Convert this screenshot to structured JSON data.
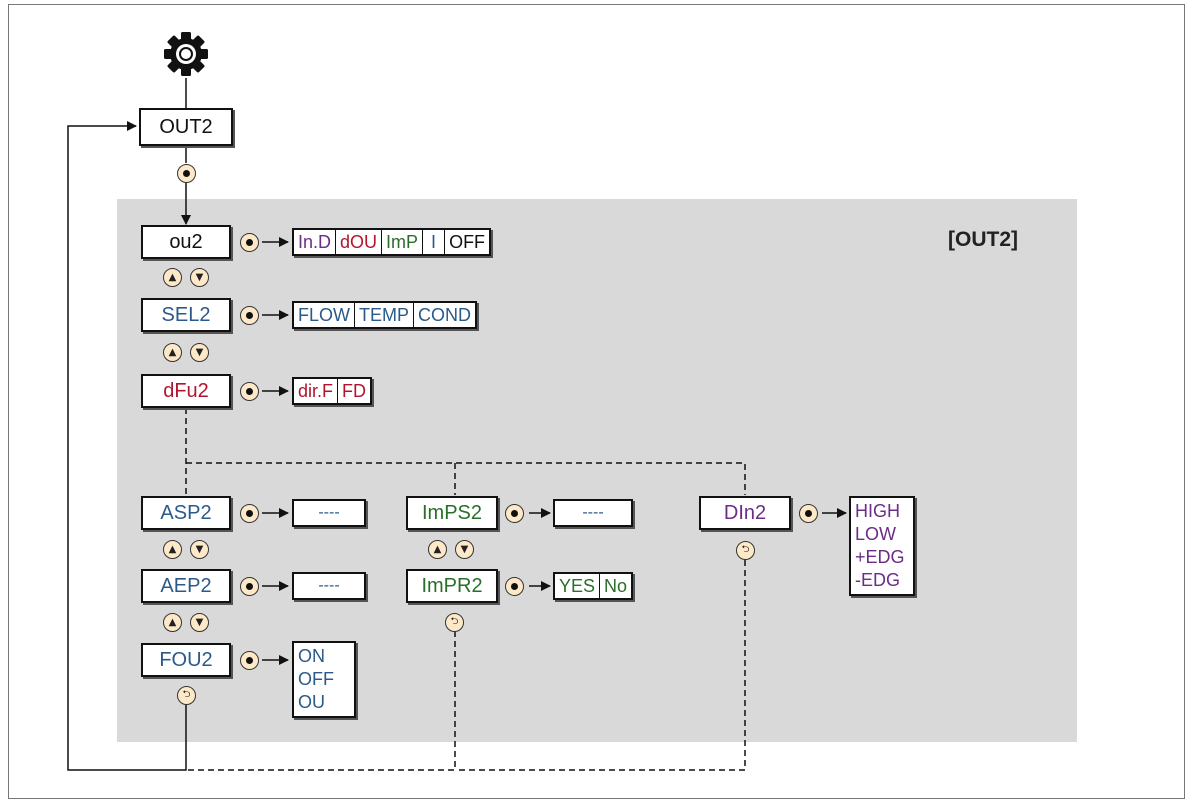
{
  "title_tag": "[OUT2]",
  "entry_menu": "OUT2",
  "parameters": {
    "ou2": {
      "label": "ou2",
      "options": [
        "In.D",
        "dOU",
        "ImP",
        "I",
        "OFF"
      ]
    },
    "sel2": {
      "label": "SEL2",
      "options": [
        "FLOW",
        "TEMP",
        "COND"
      ]
    },
    "dfu2": {
      "label": "dFu2",
      "options": [
        "dir.F",
        "FD"
      ]
    },
    "asp2": {
      "label": "ASP2",
      "value": "----"
    },
    "aep2": {
      "label": "AEP2",
      "value": "----"
    },
    "fou2": {
      "label": "FOU2",
      "options": [
        "ON",
        "OFF",
        "OU"
      ]
    },
    "imps2": {
      "label": "ImPS2",
      "value": "----"
    },
    "impr2": {
      "label": "ImPR2",
      "options": [
        "YES",
        "No"
      ]
    },
    "din2": {
      "label": "DIn2",
      "options": [
        "HIGH",
        "LOW",
        "+EDG",
        "-EDG"
      ]
    }
  },
  "icons": [
    "gear-icon",
    "enter-button-icon",
    "up-button-icon",
    "down-button-icon",
    "return-button-icon"
  ],
  "colors": {
    "panel": "#d9d9d9",
    "button_fill": "#fde8c8",
    "purple": "#6b2c8a",
    "red": "#b3142d",
    "green": "#2a6e2a",
    "blue": "#2a5a8a"
  }
}
